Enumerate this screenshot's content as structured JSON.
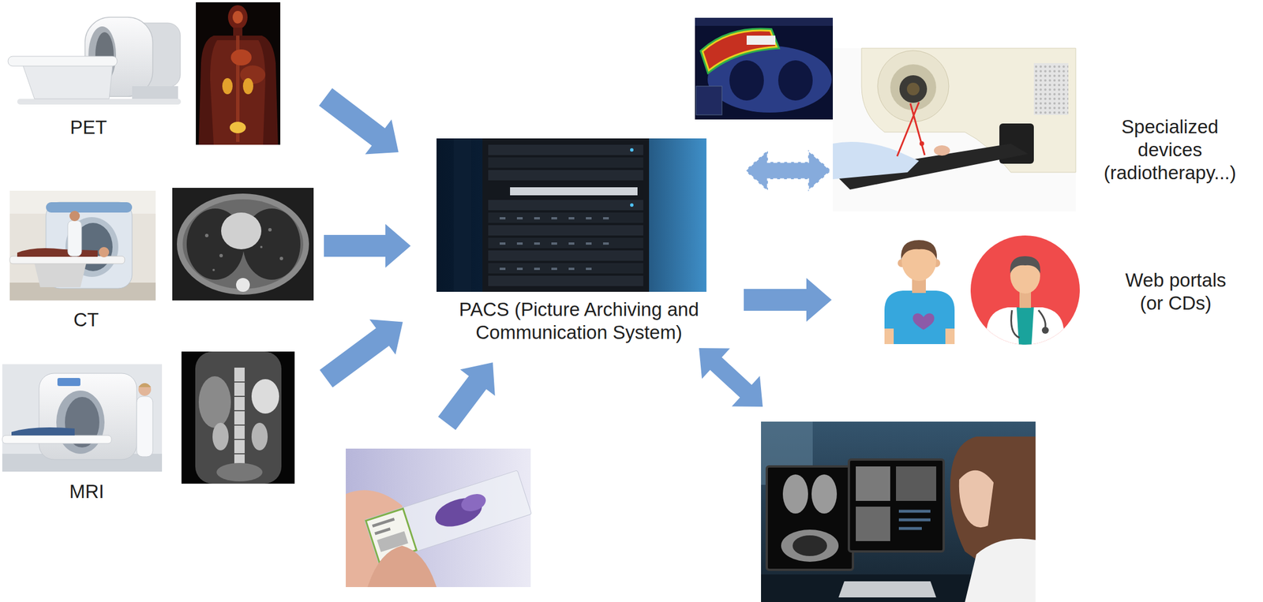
{
  "diagram": {
    "nodes": [
      {
        "text": [
          "PET"
        ]
      },
      {
        "text": [
          "CT"
        ]
      },
      {
        "text": [
          "MRI"
        ]
      },
      {
        "text": [
          "PACS (Picture Archiving and Communication System)"
        ]
      },
      {
        "text": [
          "Specialized devices (radiotherapy...)"
        ]
      },
      {
        "text": [
          "Web portals (or CDs)"
        ]
      }
    ],
    "edges": [
      {
        "from": 0,
        "to": 3,
        "arrow": "to"
      },
      {
        "from": 1,
        "to": 3,
        "arrow": "to"
      },
      {
        "from": 2,
        "to": 3,
        "arrow": "to"
      },
      {
        "from": 3,
        "to": 4,
        "arrow": "both"
      },
      {
        "from": 3,
        "to": 5,
        "arrow": "to"
      }
    ]
  }
}
